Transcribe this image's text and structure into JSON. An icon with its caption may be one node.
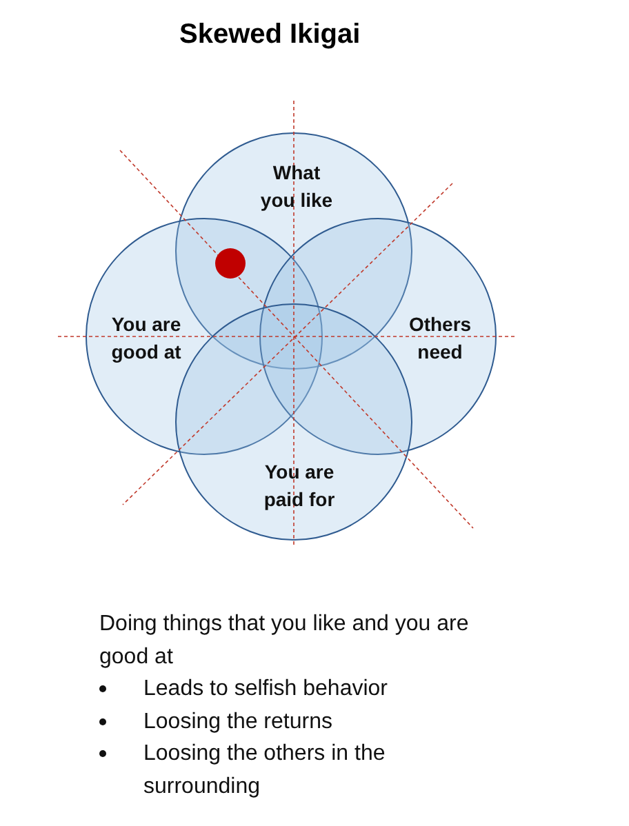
{
  "diagram": {
    "title": "Skewed Ikigai",
    "nodes": [
      {
        "text": [
          "What you like"
        ]
      },
      {
        "text": [
          "You are good at"
        ]
      },
      {
        "text": [
          "Others need"
        ]
      },
      {
        "text": [
          "You are paid for"
        ]
      }
    ],
    "labels": [
      "Doing things that you like and you are good at",
      "Leads to selfish behavior",
      "Loosing the returns",
      "Loosing the others in the surrounding"
    ]
  }
}
